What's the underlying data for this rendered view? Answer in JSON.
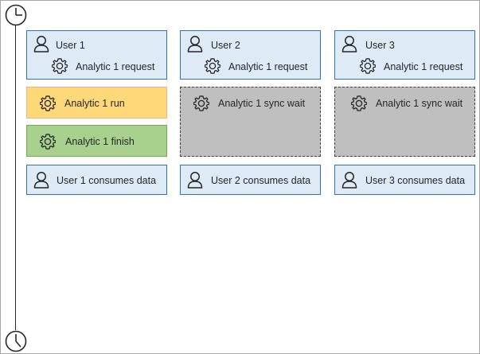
{
  "columns": [
    {
      "user": "User 1",
      "request": "Analytic 1 request",
      "run": "Analytic 1 run",
      "finish": "Analytic 1 finish",
      "consumes": "User 1 consumes data"
    },
    {
      "user": "User 2",
      "request": "Analytic 1 request",
      "wait": "Analytic 1 sync wait",
      "consumes": "User 2 consumes data"
    },
    {
      "user": "User 3",
      "request": "Analytic 1 request",
      "wait": "Analytic 1 sync wait",
      "consumes": "User 3 consumes data"
    }
  ],
  "icons": {
    "start": "clock-icon",
    "end": "clock-icon",
    "user": "user-icon",
    "analytic": "gear-icon"
  },
  "colors": {
    "request_fill": "#deebf7",
    "request_border": "#2e75b6",
    "run_fill": "#ffd87a",
    "finish_fill": "#a9d18e",
    "wait_fill": "#bfbfbf"
  }
}
